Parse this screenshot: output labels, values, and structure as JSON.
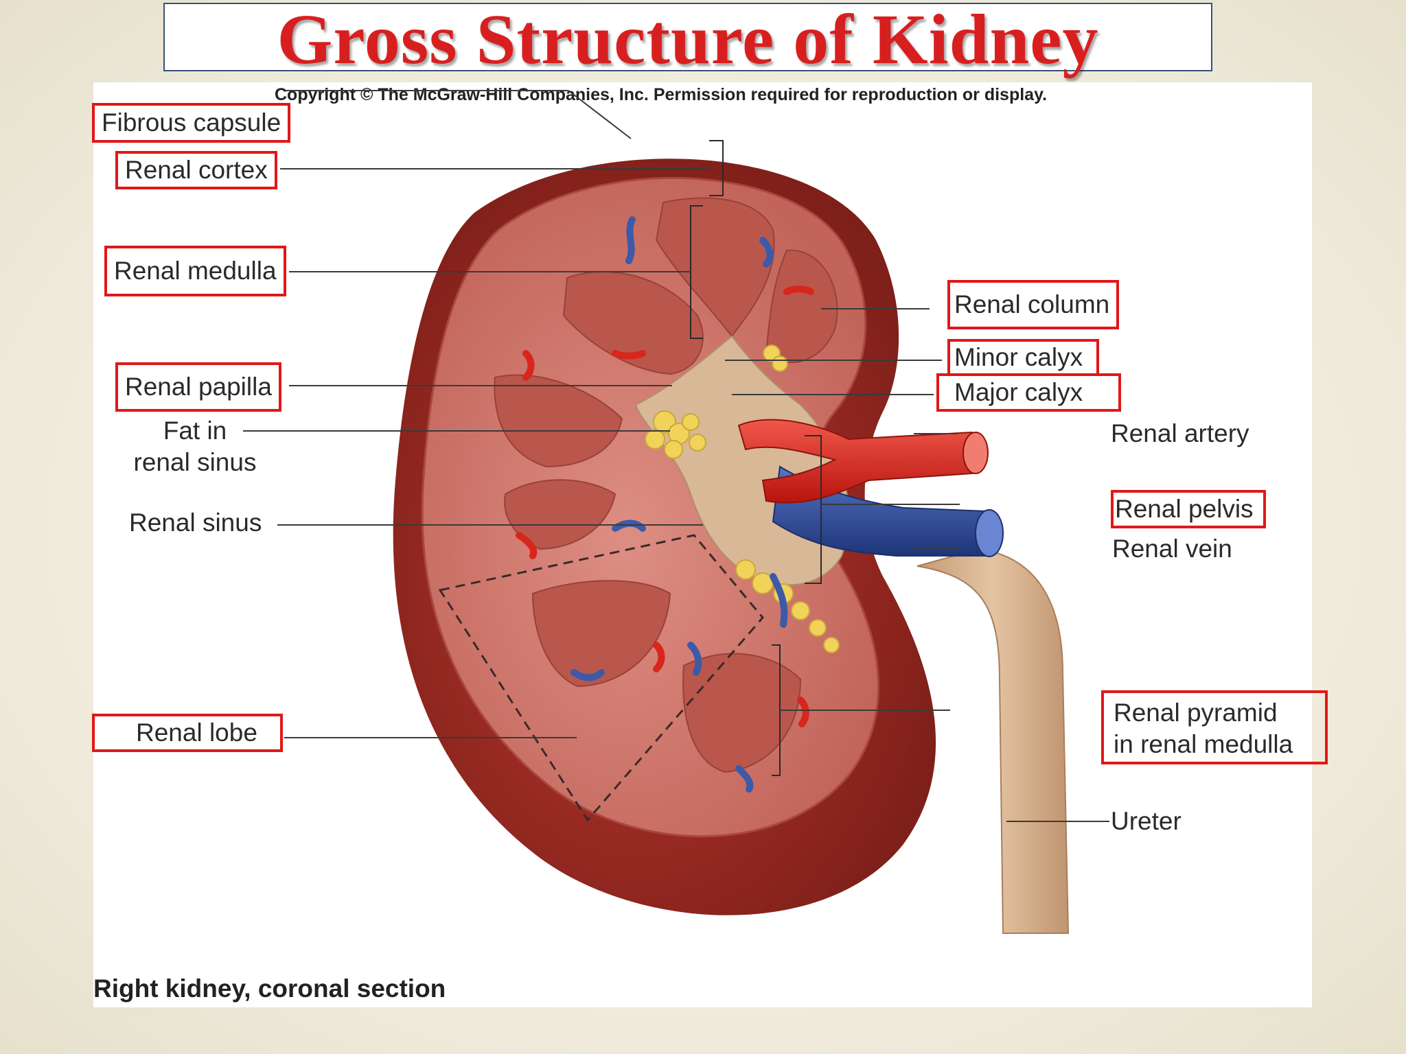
{
  "title": "Gross Structure of Kidney",
  "copyright": "Copyright © The McGraw-Hill Companies, Inc. Permission required for reproduction or display.",
  "caption": "Right kidney, coronal section",
  "colors": {
    "title_red": "#d81f1f",
    "highlight_box": "#e01818",
    "kidney_outer": "#9c2a22",
    "cortex": "#c8675e",
    "pyramid": "#b9564c",
    "sinus": "#d8b896",
    "artery": "#d8261c",
    "vein": "#2f4fa3",
    "fat": "#f1d35a",
    "ureter": "#d6b08c"
  },
  "labels": {
    "fibrous_capsule": "Fibrous capsule",
    "renal_cortex": "Renal cortex",
    "renal_medulla": "Renal medulla",
    "renal_papilla": "Renal papilla",
    "fat_in_renal_sinus_1": "Fat in",
    "fat_in_renal_sinus_2": "renal sinus",
    "renal_sinus": "Renal sinus",
    "renal_lobe": "Renal lobe",
    "renal_column": "Renal column",
    "minor_calyx": "Minor calyx",
    "major_calyx": "Major calyx",
    "renal_artery": "Renal artery",
    "renal_pelvis": "Renal pelvis",
    "renal_vein": "Renal vein",
    "renal_pyramid_1": "Renal pyramid",
    "renal_pyramid_2": "in renal medulla",
    "ureter": "Ureter"
  }
}
